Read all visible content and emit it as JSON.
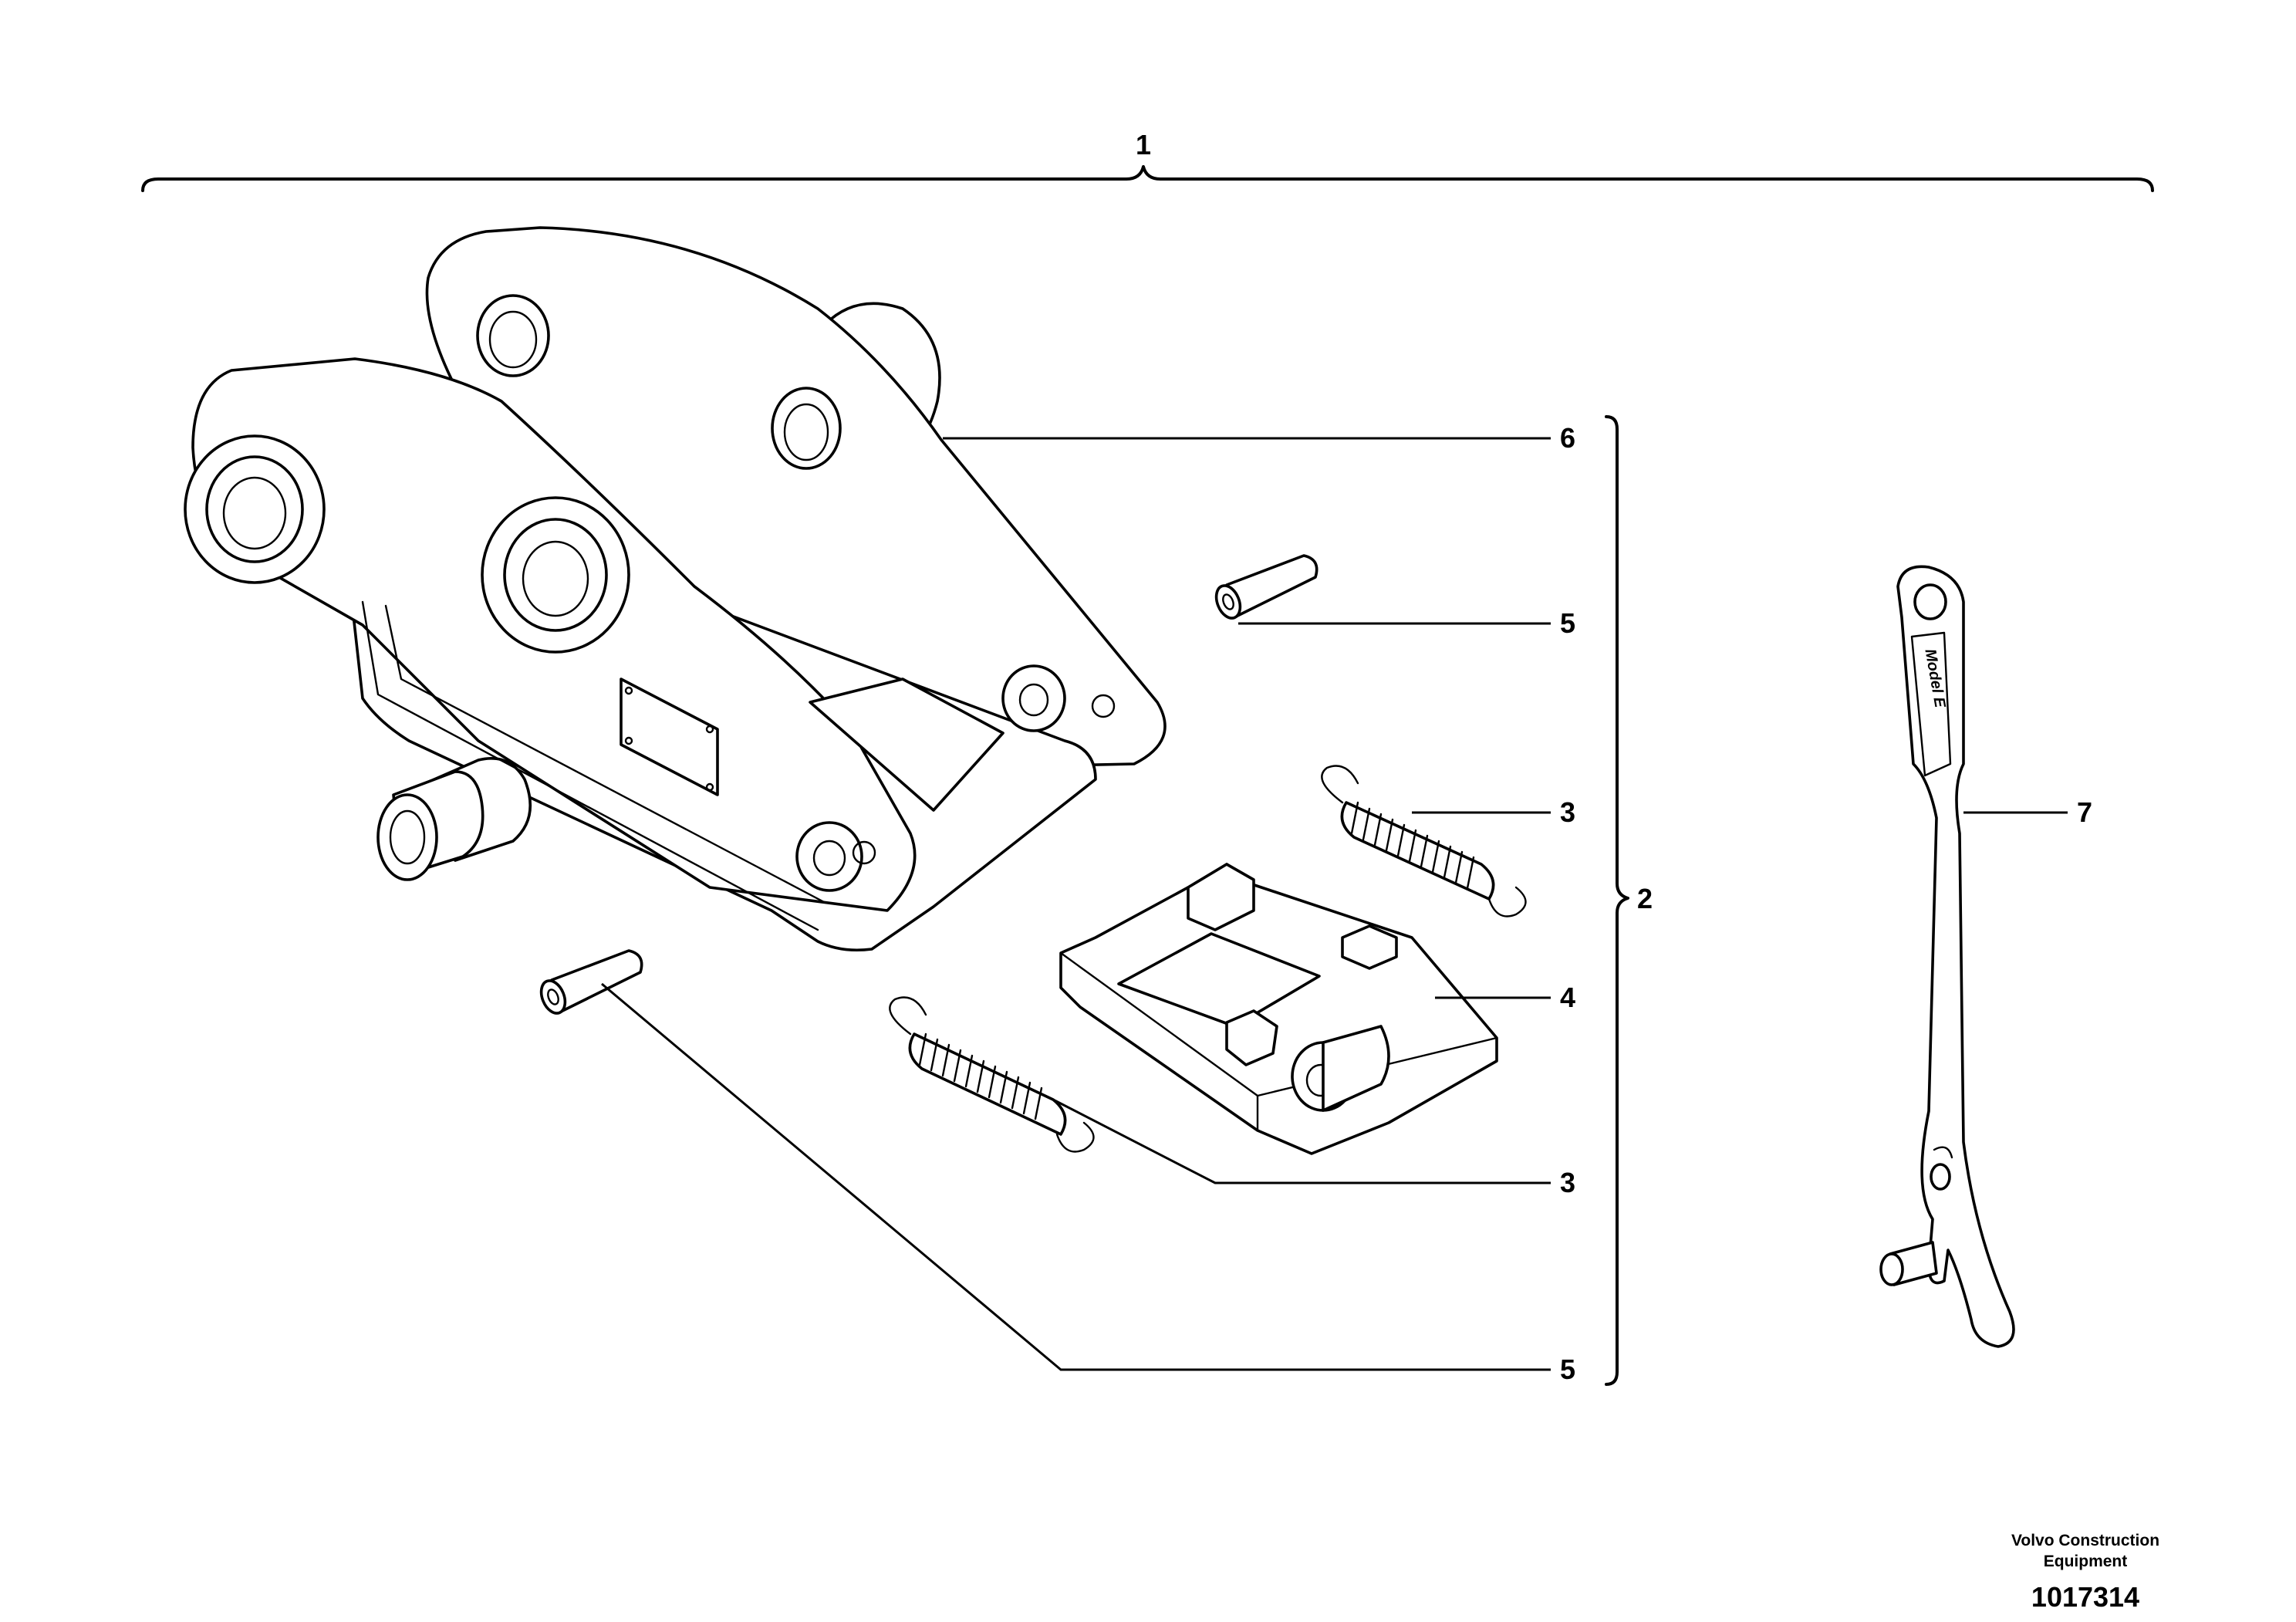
{
  "callouts": {
    "assembly": "1",
    "sub_kit": "2",
    "spring_upper": "3",
    "spring_lower": "3",
    "locking_plate": "4",
    "pin_upper": "5",
    "pin_lower": "5",
    "bracket": "6",
    "lever": "7"
  },
  "lever_embossing": "Model E",
  "footer": {
    "company_line_1": "Volvo Construction",
    "company_line_2": "Equipment",
    "drawing_number": "1017314"
  }
}
